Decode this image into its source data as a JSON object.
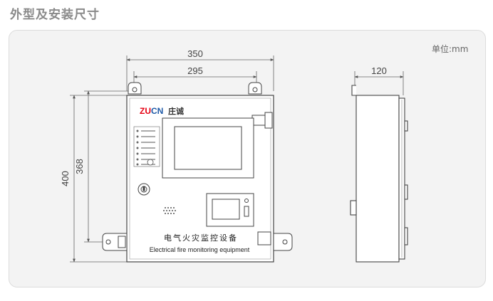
{
  "heading": "外型及安装尺寸",
  "unit_label": "单位:mm",
  "dimensions": {
    "overall_width": "350",
    "mount_width": "295",
    "depth": "120",
    "overall_height": "400",
    "mount_height": "368"
  },
  "device": {
    "brand_letters": "ZU",
    "brand_letters2": "CN",
    "brand_cn": "庄诚",
    "title_cn": "电气火灾监控设备",
    "title_en": "Electrical fire monitoring equipment"
  },
  "colors": {
    "brand_red": "#e60012",
    "brand_blue": "#1e5aa8",
    "line": "#4a4a4a"
  }
}
